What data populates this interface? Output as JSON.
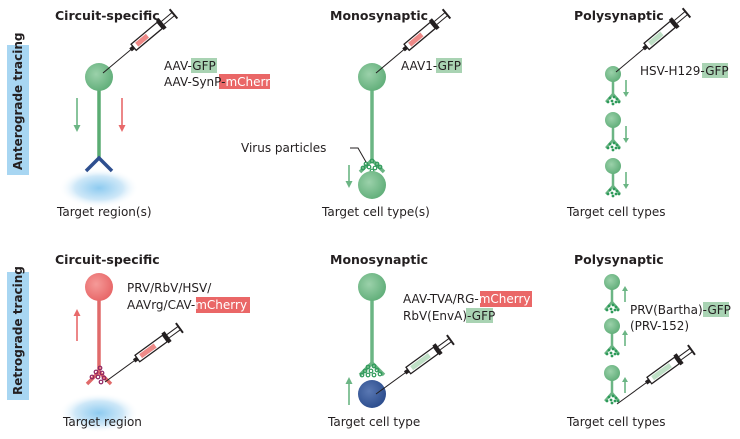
{
  "colors": {
    "green": "#6bb584",
    "green_dark": "#2e9a5a",
    "red": "#e8696a",
    "blue_dark": "#2e4f8f",
    "glow": "#9ccdef",
    "side_label_bg": "#a8d6f2",
    "gfp_highlight": "#a9d3b3",
    "mcherry_highlight": "#ea6767",
    "particle_purple": "#8d2463"
  },
  "rows": [
    {
      "side_label": "Anterograde tracing"
    },
    {
      "side_label": "Retrograde tracing"
    }
  ],
  "panels": {
    "antero_circuit": {
      "title": "Circuit-specific",
      "line1_prefix": "AAV-",
      "line1_tag": "GFP",
      "line2_prefix": "AAV-SynP-",
      "line2_tag": "mCherry",
      "target": "Target region(s)"
    },
    "antero_mono": {
      "title": "Monosynaptic",
      "line1_prefix": "AAV1-",
      "line1_tag": "GFP",
      "particles_label": "Virus particles",
      "target": "Target cell type(s)"
    },
    "antero_poly": {
      "title": "Polysynaptic",
      "line1_prefix": "HSV-H129-",
      "line1_tag": "GFP",
      "target": "Target cell types"
    },
    "retro_circuit": {
      "title": "Circuit-specific",
      "line1": "PRV/RbV/HSV/",
      "line2_prefix": "AAVrg/CAV-",
      "line2_tag": "mCherry",
      "target": "Target region"
    },
    "retro_mono": {
      "title": "Monosynaptic",
      "line1_prefix": "AAV-TVA/RG-",
      "line1_tag": "mCherry",
      "line2_prefix": "RbV(EnvA)-",
      "line2_tag": "GFP",
      "target": "Target cell type"
    },
    "retro_poly": {
      "title": "Polysynaptic",
      "line1_prefix": "PRV(Bartha)-",
      "line1_tag": "GFP",
      "line2": "(PRV-152)",
      "target": "Target cell types"
    }
  }
}
